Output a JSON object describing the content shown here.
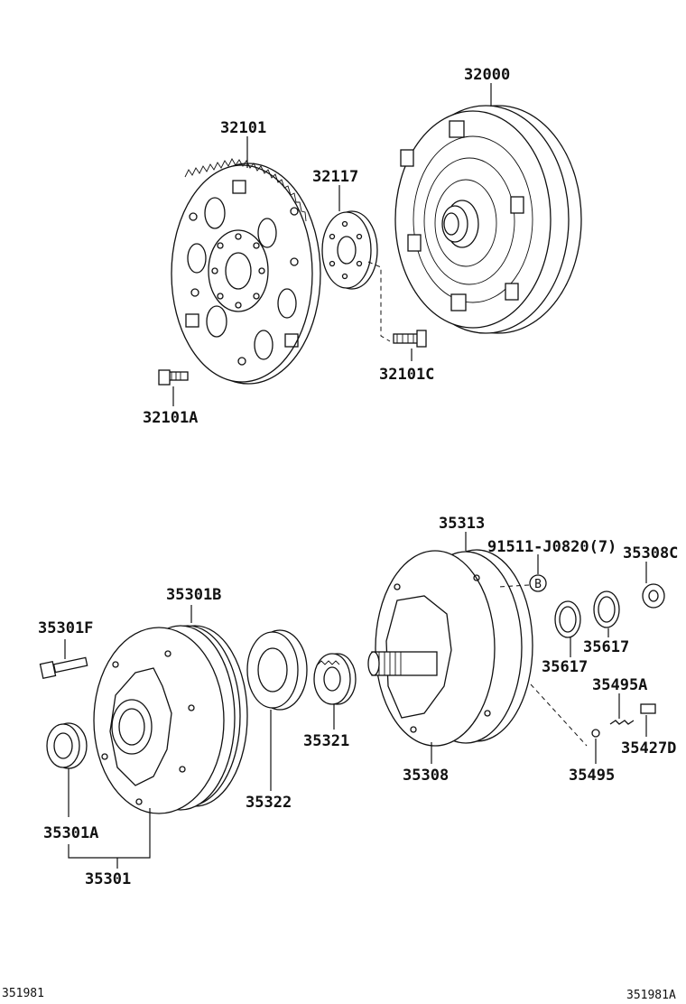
{
  "diagram": {
    "parts": {
      "p32000": "32000",
      "p32101": "32101",
      "p32117": "32117",
      "p32101C": "32101C",
      "p32101A": "32101A",
      "p35313": "35313",
      "p91511": "91511-J0820(7)",
      "p35308C": "35308C",
      "p35301B": "35301B",
      "p35301F": "35301F",
      "p35617a": "35617",
      "p35617b": "35617",
      "p35495A": "35495A",
      "p35427D": "35427D",
      "p35495": "35495",
      "p35321": "35321",
      "p35308": "35308",
      "p35322": "35322",
      "p35301A": "35301A",
      "p35301": "35301"
    },
    "callout_letter": "B",
    "footer_left": "351981",
    "footer_right": "351981A"
  }
}
